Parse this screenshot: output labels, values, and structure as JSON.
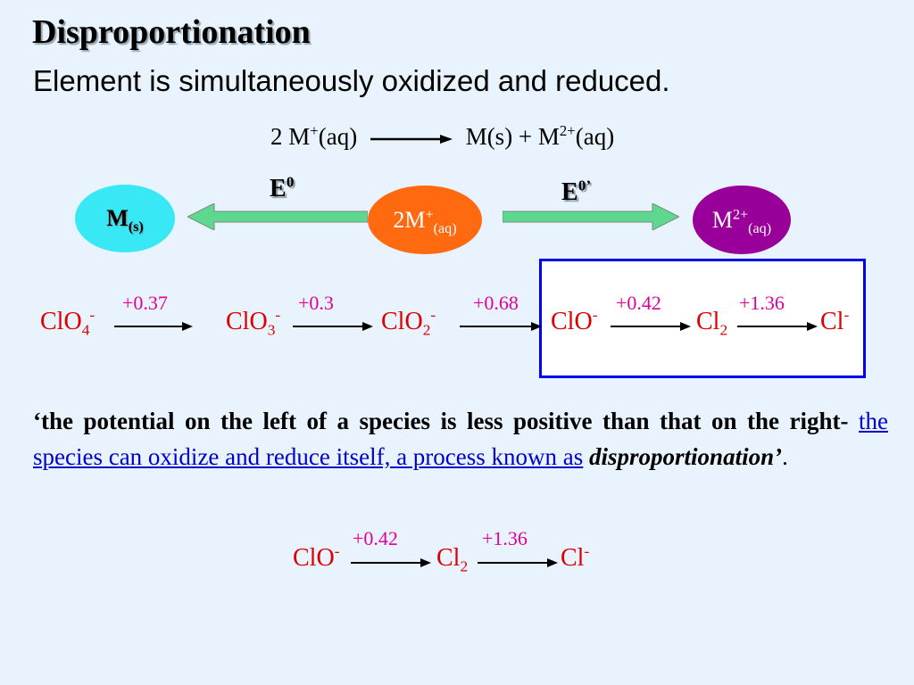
{
  "slide": {
    "title": "Disproportionation",
    "subtitle": "Element is simultaneously oxidized and reduced."
  },
  "general_equation": {
    "left": "2 M",
    "left_sup": "+",
    "left_tail": "(aq)",
    "right_a": "M(s) + M",
    "right_sup": "2+",
    "right_tail": "(aq)"
  },
  "ellipses": {
    "ms_main": "M",
    "ms_sub": "(s)",
    "center_main": "2M",
    "center_sup": "+",
    "center_sub": "(aq)",
    "m2_main": "M",
    "m2_sup": "2+",
    "m2_sub": "(aq)",
    "colors": {
      "ms": "#38e8f4",
      "center": "#ff6a10",
      "m2": "#990099",
      "arrow": "#5dd88e"
    }
  },
  "potential_labels": {
    "left_main": "E",
    "left_sup": "0",
    "right_main": "E",
    "right_sup": "0’"
  },
  "latimer_chain": {
    "species": [
      {
        "base": "ClO",
        "sub": "4",
        "sup": "-"
      },
      {
        "base": "ClO",
        "sub": "3",
        "sup": "-"
      },
      {
        "base": "ClO",
        "sub": "2",
        "sup": "-"
      },
      {
        "base": "ClO",
        "sub": "",
        "sup": "-"
      },
      {
        "base": "Cl",
        "sub": "2",
        "sup": ""
      },
      {
        "base": "Cl",
        "sub": "",
        "sup": "-"
      }
    ],
    "potentials": [
      "+0.37",
      "+0.3",
      "+0.68",
      "+0.42",
      "+1.36"
    ]
  },
  "paragraph": {
    "part1": "‘the potential on the left of a species is less positive than that on the right- ",
    "part2_blue": "the species can oxidize and reduce itself, a process known as",
    "part3_italic": " disproportionation’",
    "part4": "."
  },
  "bottom_chain": {
    "species": [
      {
        "base": "ClO",
        "sub": "",
        "sup": "-"
      },
      {
        "base": "Cl",
        "sub": "2",
        "sup": ""
      },
      {
        "base": "Cl",
        "sub": "",
        "sup": "-"
      }
    ],
    "potentials": [
      "+0.42",
      "+1.36"
    ]
  }
}
